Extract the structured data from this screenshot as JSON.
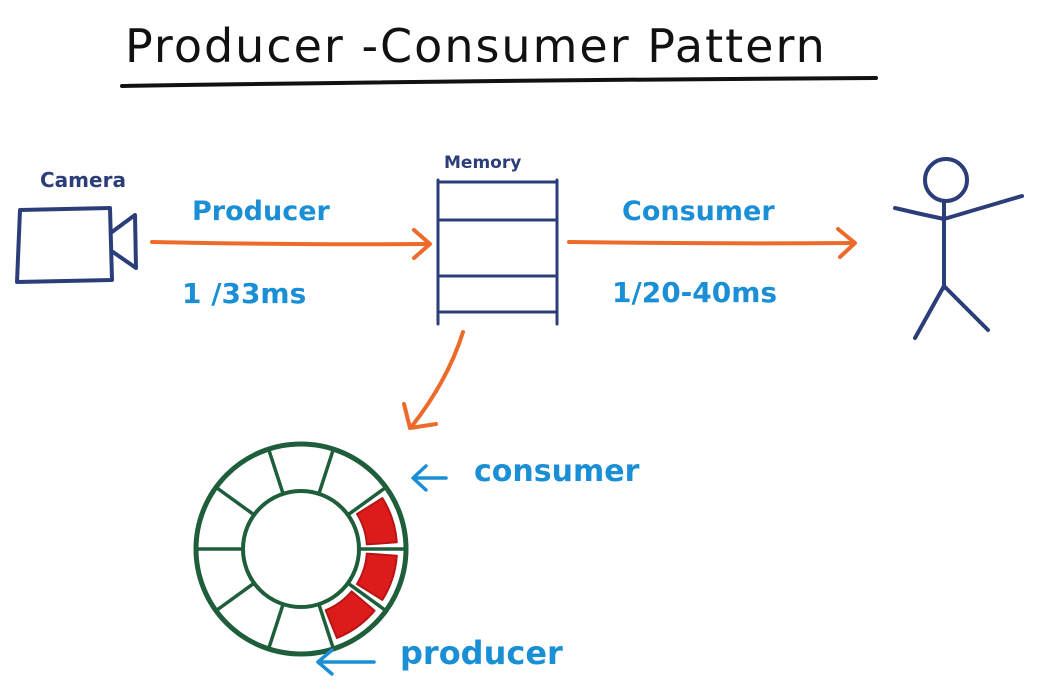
{
  "title": "Producer -Consumer  Pattern",
  "camera": {
    "label": "Camera"
  },
  "memory": {
    "label": "Memory"
  },
  "producer_arrow": {
    "label": "Producer",
    "rate": "1 /33ms"
  },
  "consumer_arrow": {
    "label": "Consumer",
    "rate": "1/20-40ms"
  },
  "ring_buffer": {
    "consumer_label": "consumer",
    "producer_label": "producer",
    "slots_total": 10,
    "slots_filled": 3
  },
  "colors": {
    "ink_black": "#111111",
    "navy": "#2c3e7a",
    "blue_text": "#1a8fd6",
    "arrow_orange": "#ee6a2b",
    "ring_green": "#1e5e3a",
    "fill_red": "#dd1b1b"
  },
  "icons": {
    "camera": "video-camera-icon",
    "person": "stick-figure-icon"
  }
}
